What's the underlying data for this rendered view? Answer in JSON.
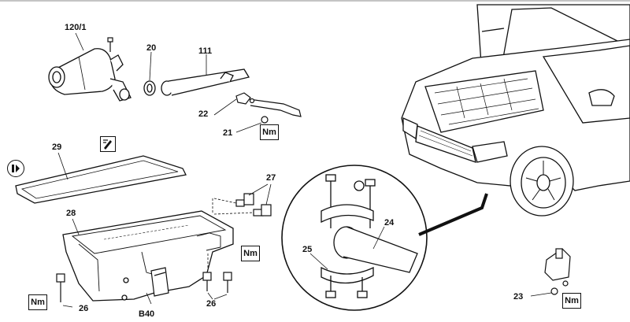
{
  "callouts": {
    "p120_1": "120/1",
    "p20": "20",
    "p111": "111",
    "p22": "22",
    "p21": "21",
    "p29": "29",
    "p27": "27",
    "p28": "28",
    "p24": "24",
    "p25": "25",
    "p26a": "26",
    "p26b": "26",
    "pB40": "B40",
    "p23": "23"
  },
  "torque_tags": {
    "nm1": "Nm",
    "nm2": "Nm",
    "nm3": "Nm",
    "nm4": "Nm"
  },
  "icons": {
    "note": "note-pencil-icon",
    "stop": "stop-circle-icon"
  }
}
